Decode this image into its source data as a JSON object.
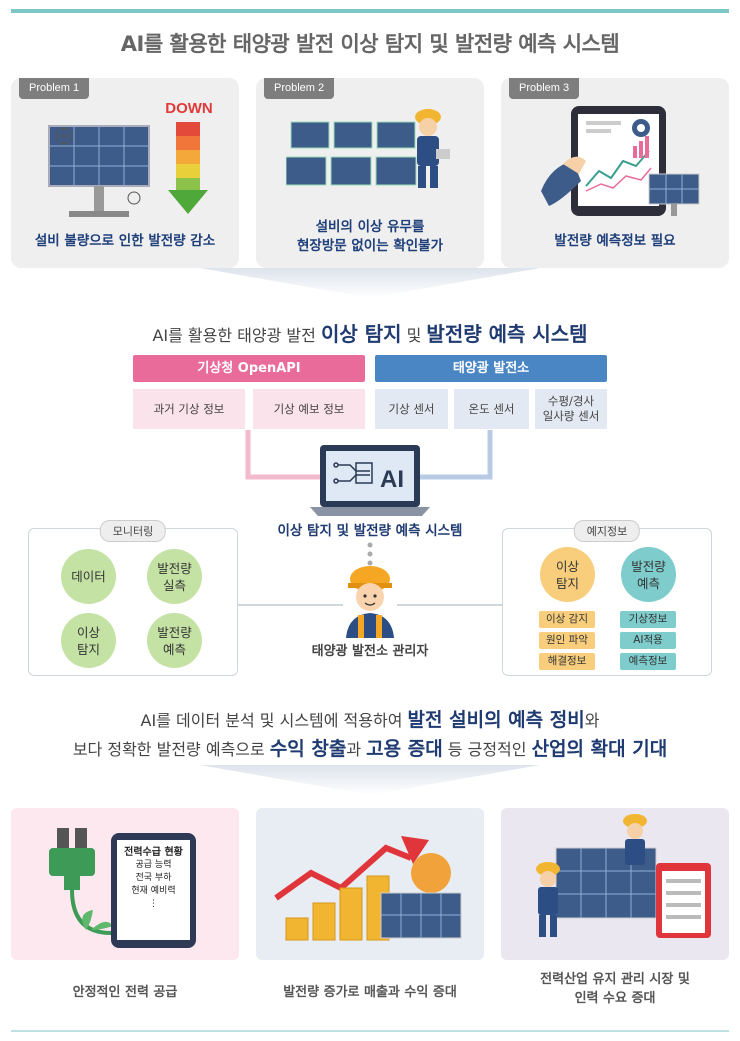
{
  "title": "AI를 활용한 태양광 발전 이상 탐지 및 발전량 예측 시스템",
  "problems": [
    {
      "tag": "Problem 1",
      "caption": "설비 불량으로 인한 발전량 감소",
      "badge": "DOWN"
    },
    {
      "tag": "Problem 2",
      "caption_line1": "설비의 이상 유무를",
      "caption_line2": "현장방문 없이는 확인불가"
    },
    {
      "tag": "Problem 3",
      "caption": "발전량 예측정보 필요"
    }
  ],
  "system": {
    "subtitle_part1": "AI를 활용한 태양광 발전 ",
    "subtitle_bold1": "이상 탐지",
    "subtitle_part2": " 및 ",
    "subtitle_bold2": "발전량 예측 시스템",
    "sources": [
      {
        "head": "기상청 OpenAPI",
        "color": "#e96b9a",
        "items": [
          "과거 기상 정보",
          "기상 예보 정보"
        ]
      },
      {
        "head": "태양광 발전소",
        "color": "#4b86c4",
        "items": [
          "기상 센서",
          "온도 센서",
          "수평/경사",
          "일사량 센서"
        ]
      }
    ],
    "laptop_text": "AI",
    "label": "이상 탐지 및 발전량 예측 시스템"
  },
  "monitoring": {
    "tag": "모니터링",
    "circles": [
      "데이터",
      "발전량",
      "실측",
      "이상",
      "탐지",
      "발전량",
      "예측"
    ]
  },
  "forecast": {
    "tag": "예지정보",
    "left_circle": [
      "이상",
      "탐지"
    ],
    "right_circle": [
      "발전량",
      "예측"
    ],
    "left_pills": [
      "이상 감지",
      "원인 파악",
      "해결정보"
    ],
    "right_pills": [
      "기상정보",
      "AI적용",
      "예측정보"
    ]
  },
  "manager": {
    "label": "태양광 발전소 관리자"
  },
  "summary": {
    "l1_a": "AI를 데이터 분석 및 시스템에 적용하여 ",
    "l1_b": "발전 설비의 예측 정비",
    "l1_c": "와",
    "l2_a": "보다 정확한 발전량 예측으로 ",
    "l2_b": "수익 창출",
    "l2_c": "과 ",
    "l2_d": "고용 증대",
    "l2_e": " 등 긍정적인 ",
    "l2_f": "산업의 확대 기대"
  },
  "benefits": [
    {
      "caption": "안정적인 전력 공급",
      "tablet_lines": [
        "전력수급 현황",
        "공급 능력",
        "전국 부하",
        "현재 예비력",
        "⋮"
      ]
    },
    {
      "caption": "발전량 증가로 매출과 수익 증대"
    },
    {
      "caption_line1": "전력산업 유지 관리 시장 및",
      "caption_line2": "인력 수요 증대"
    }
  ],
  "colors": {
    "accent": "#1f3b71",
    "pink": "#e96b9a",
    "blue": "#4b86c4",
    "teal": "#7ecccc",
    "orange": "#f8ce7d",
    "green": "#c5e2a5"
  }
}
